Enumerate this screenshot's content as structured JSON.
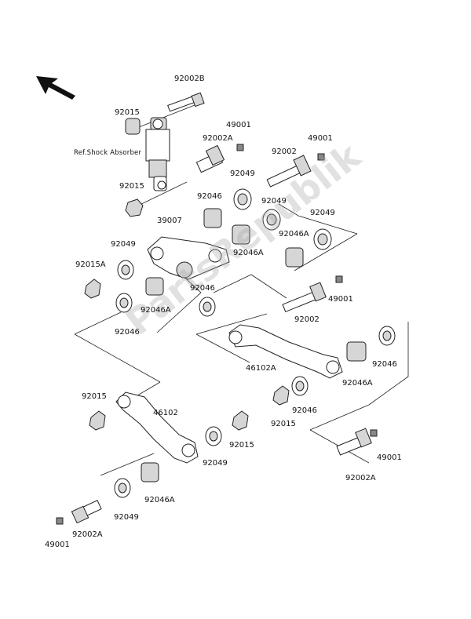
{
  "watermark": "PartsRepublik",
  "reference_note": "Ref.Shock Absorber",
  "labels": {
    "l1": "92002B",
    "l2": "92015",
    "l3": "49001",
    "l4": "92002A",
    "l5": "49001",
    "l6": "92002",
    "l7": "92015",
    "l8": "92049",
    "l9": "92046",
    "l10": "39007",
    "l11": "92049",
    "l12": "92049",
    "l13": "92046A",
    "l14": "92049",
    "l15": "92046A",
    "l16": "92015A",
    "l17": "92046A",
    "l18": "92046",
    "l19": "49001",
    "l20": "92002",
    "l21": "92046",
    "l22": "46102A",
    "l23": "92046",
    "l24": "92046A",
    "l25": "92015",
    "l26": "46102",
    "l27": "92046",
    "l28": "92015",
    "l29": "92015",
    "l30": "49001",
    "l31": "92049",
    "l32": "92002A",
    "l33": "92046A",
    "l34": "92049",
    "l35": "92002A",
    "l36": "49001"
  }
}
